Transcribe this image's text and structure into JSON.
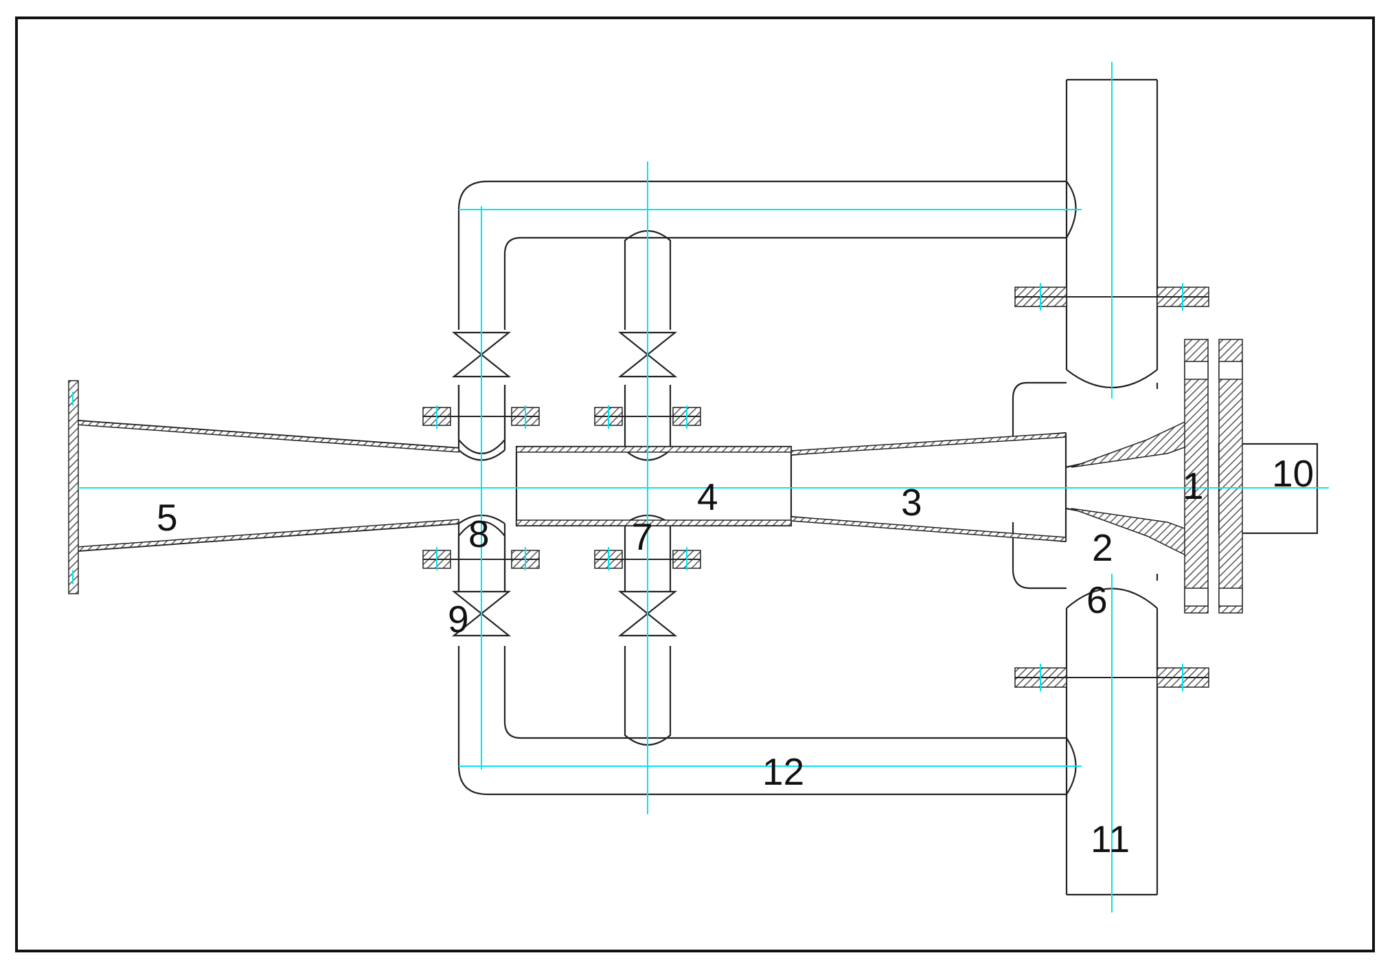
{
  "diagram": {
    "colors": {
      "line": "#222222",
      "centerline": "#00e5ee",
      "hatch": "#555555",
      "background": "#ffffff"
    },
    "labels": [
      "1",
      "2",
      "3",
      "4",
      "5",
      "6",
      "7",
      "8",
      "9",
      "10",
      "11",
      "12"
    ]
  }
}
